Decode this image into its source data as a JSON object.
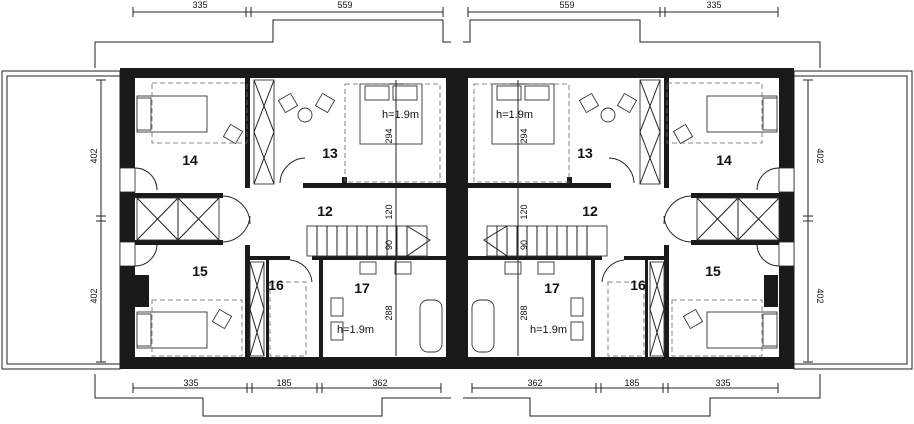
{
  "dimensions": {
    "top": [
      "335",
      "559",
      "559",
      "335"
    ],
    "bottom": [
      "335",
      "185",
      "362",
      "362",
      "185",
      "335"
    ],
    "side_left": [
      "402",
      "402"
    ],
    "side_right": [
      "402",
      "402"
    ]
  },
  "rooms": {
    "left": {
      "r14": "14",
      "r13": "13",
      "r12": "12",
      "r15": "15",
      "r16": "16",
      "r17": "17"
    },
    "right": {
      "r14": "14",
      "r13": "13",
      "r12": "12",
      "r15": "15",
      "r16": "16",
      "r17": "17"
    }
  },
  "notes": {
    "height_top_left": "h=1.9m",
    "height_top_right": "h=1.9m",
    "height_bottom_left": "h=1.9m",
    "height_bottom_right": "h=1.9m",
    "v294_left": "294",
    "v294_right": "294",
    "v120_left": "120",
    "v120_right": "120",
    "v90_left": "90",
    "v90_right": "90",
    "v288_left": "288",
    "v288_right": "288"
  }
}
